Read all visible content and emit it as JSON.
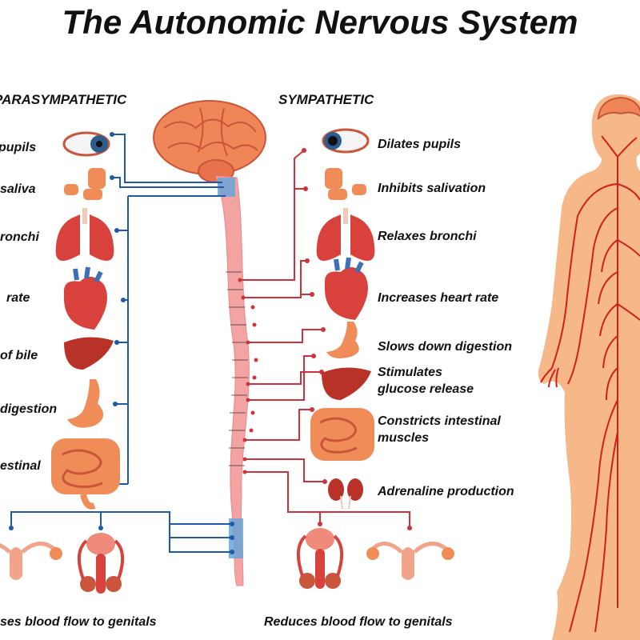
{
  "title": "The Autonomic Nervous System",
  "parasympathetic": {
    "heading": "PARASYMPATHETIC",
    "labels": [
      "pupils",
      "saliva",
      "ronchi",
      "rate",
      "of bile",
      "digestion",
      "estinal",
      "ses blood flow to genitals"
    ]
  },
  "sympathetic": {
    "heading": "SYMPATHETIC",
    "labels": [
      "Dilates pupils",
      "Inhibits salivation",
      "Relaxes bronchi",
      "Increases heart rate",
      "Slows down digestion",
      "Stimulates",
      "glucose release",
      "Constricts intestinal",
      "muscles",
      "Adrenaline production",
      "Reduces blood flow to genitals"
    ]
  },
  "colors": {
    "parasympathetic": "#1f5aa8",
    "sympathetic": "#d0323a",
    "spine": "#f4a3a3",
    "brain": "#f08558",
    "body": "#f6b889"
  },
  "icons": [
    "eye-icon",
    "salivary-gland-icon",
    "lungs-icon",
    "heart-icon",
    "liver-icon",
    "stomach-icon",
    "intestine-icon",
    "kidney-icon",
    "female-reproductive-icon",
    "male-reproductive-icon",
    "brain-icon",
    "human-body-icon"
  ]
}
